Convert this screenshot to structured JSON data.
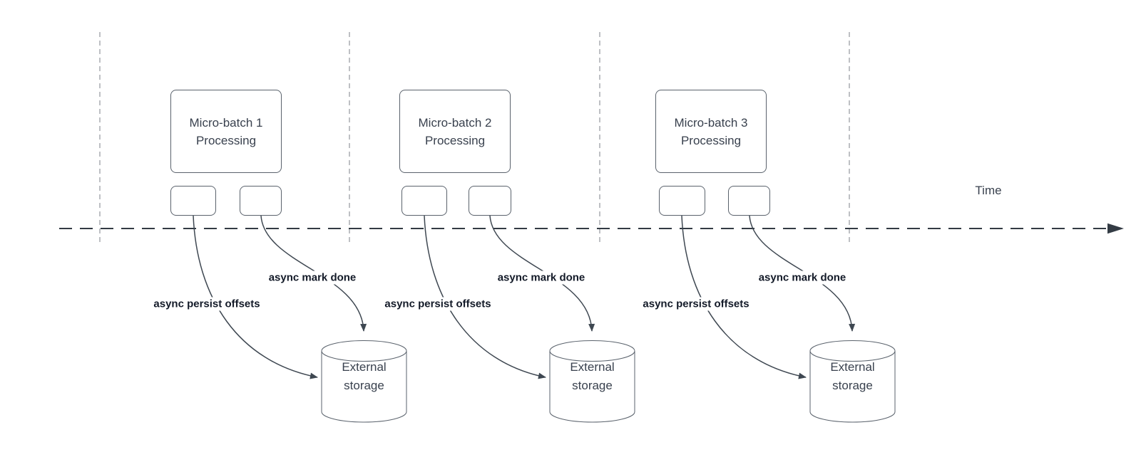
{
  "diagram": {
    "type": "micro-batch streaming timeline",
    "axis": {
      "label": "Time"
    },
    "arrow_labels": {
      "persist": "async persist offsets",
      "mark_done": "async mark done"
    },
    "batches": [
      {
        "title": "Micro-batch 1 Processing",
        "storage": "External storage"
      },
      {
        "title": "Micro-batch 2 Processing",
        "storage": "External storage"
      },
      {
        "title": "Micro-batch 3 Processing",
        "storage": "External storage"
      }
    ],
    "colors": {
      "background": "#ffffff",
      "node_border": "#5a626c",
      "node_text": "#39414e",
      "edge_stroke": "#3e4751",
      "bold_label_text": "#131a28",
      "time_axis": "#333b44",
      "guide_line": "#a9acb0"
    }
  }
}
